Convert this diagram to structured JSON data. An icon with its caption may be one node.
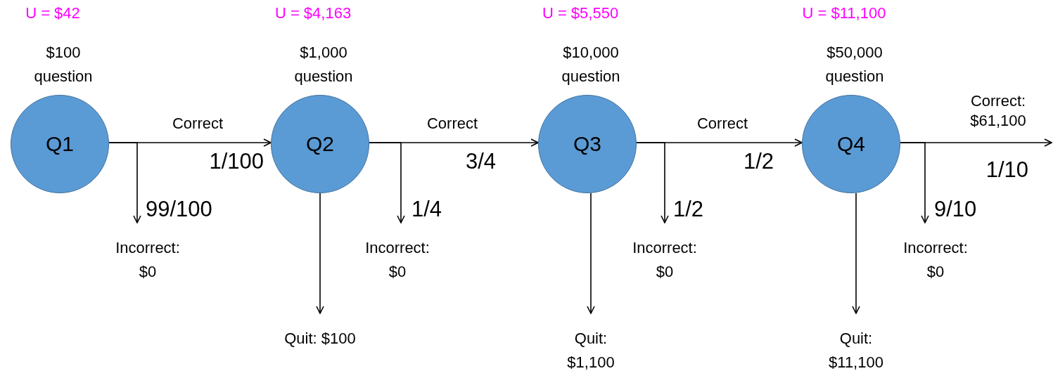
{
  "diagram": {
    "nodes": [
      {
        "text": [
          "Q1"
        ],
        "beside": [
          "U = $42",
          "$100 question"
        ]
      },
      {
        "text": [
          "Incorrect: $0"
        ]
      },
      {
        "text": [
          "Q2"
        ],
        "beside": [
          "U = $4,163",
          "$1,000 question"
        ]
      },
      {
        "text": [
          "Incorrect: $0"
        ]
      },
      {
        "text": [
          "Quit: $100"
        ]
      },
      {
        "text": [
          "Q3"
        ],
        "beside": [
          "U = $5,550",
          "$10,000 question"
        ]
      },
      {
        "text": [
          "Incorrect: $0"
        ]
      },
      {
        "text": [
          "Quit: $1,100"
        ]
      },
      {
        "text": [
          "Q4"
        ],
        "beside": [
          "U = $11,100",
          "$50,000 question"
        ]
      },
      {
        "text": [
          "Incorrect: $0"
        ]
      },
      {
        "text": [
          "Quit: $11,100"
        ]
      }
    ],
    "edges": [
      {
        "from": 0,
        "to": 2,
        "arrow": "to",
        "label": "Correct"
      },
      {
        "from": 0,
        "to": 1,
        "arrow": "to"
      },
      {
        "from": 2,
        "to": 5,
        "arrow": "to",
        "label": "Correct"
      },
      {
        "from": 2,
        "to": 3,
        "arrow": "to"
      },
      {
        "from": 2,
        "to": 4,
        "arrow": "to"
      },
      {
        "from": 5,
        "to": 8,
        "arrow": "to",
        "label": "Correct"
      },
      {
        "from": 5,
        "to": 6,
        "arrow": "to"
      },
      {
        "from": 5,
        "to": 7,
        "arrow": "to"
      },
      {
        "from": 8,
        "to": null,
        "arrow": "to",
        "label": "Correct: $61,100"
      },
      {
        "from": 8,
        "to": 9,
        "arrow": "to"
      },
      {
        "from": 8,
        "to": 10,
        "arrow": "to"
      }
    ],
    "labels": [
      "1/100",
      "99/100",
      "3/4",
      "1/4",
      "1/2",
      "1/2",
      "1/10",
      "9/10"
    ]
  }
}
